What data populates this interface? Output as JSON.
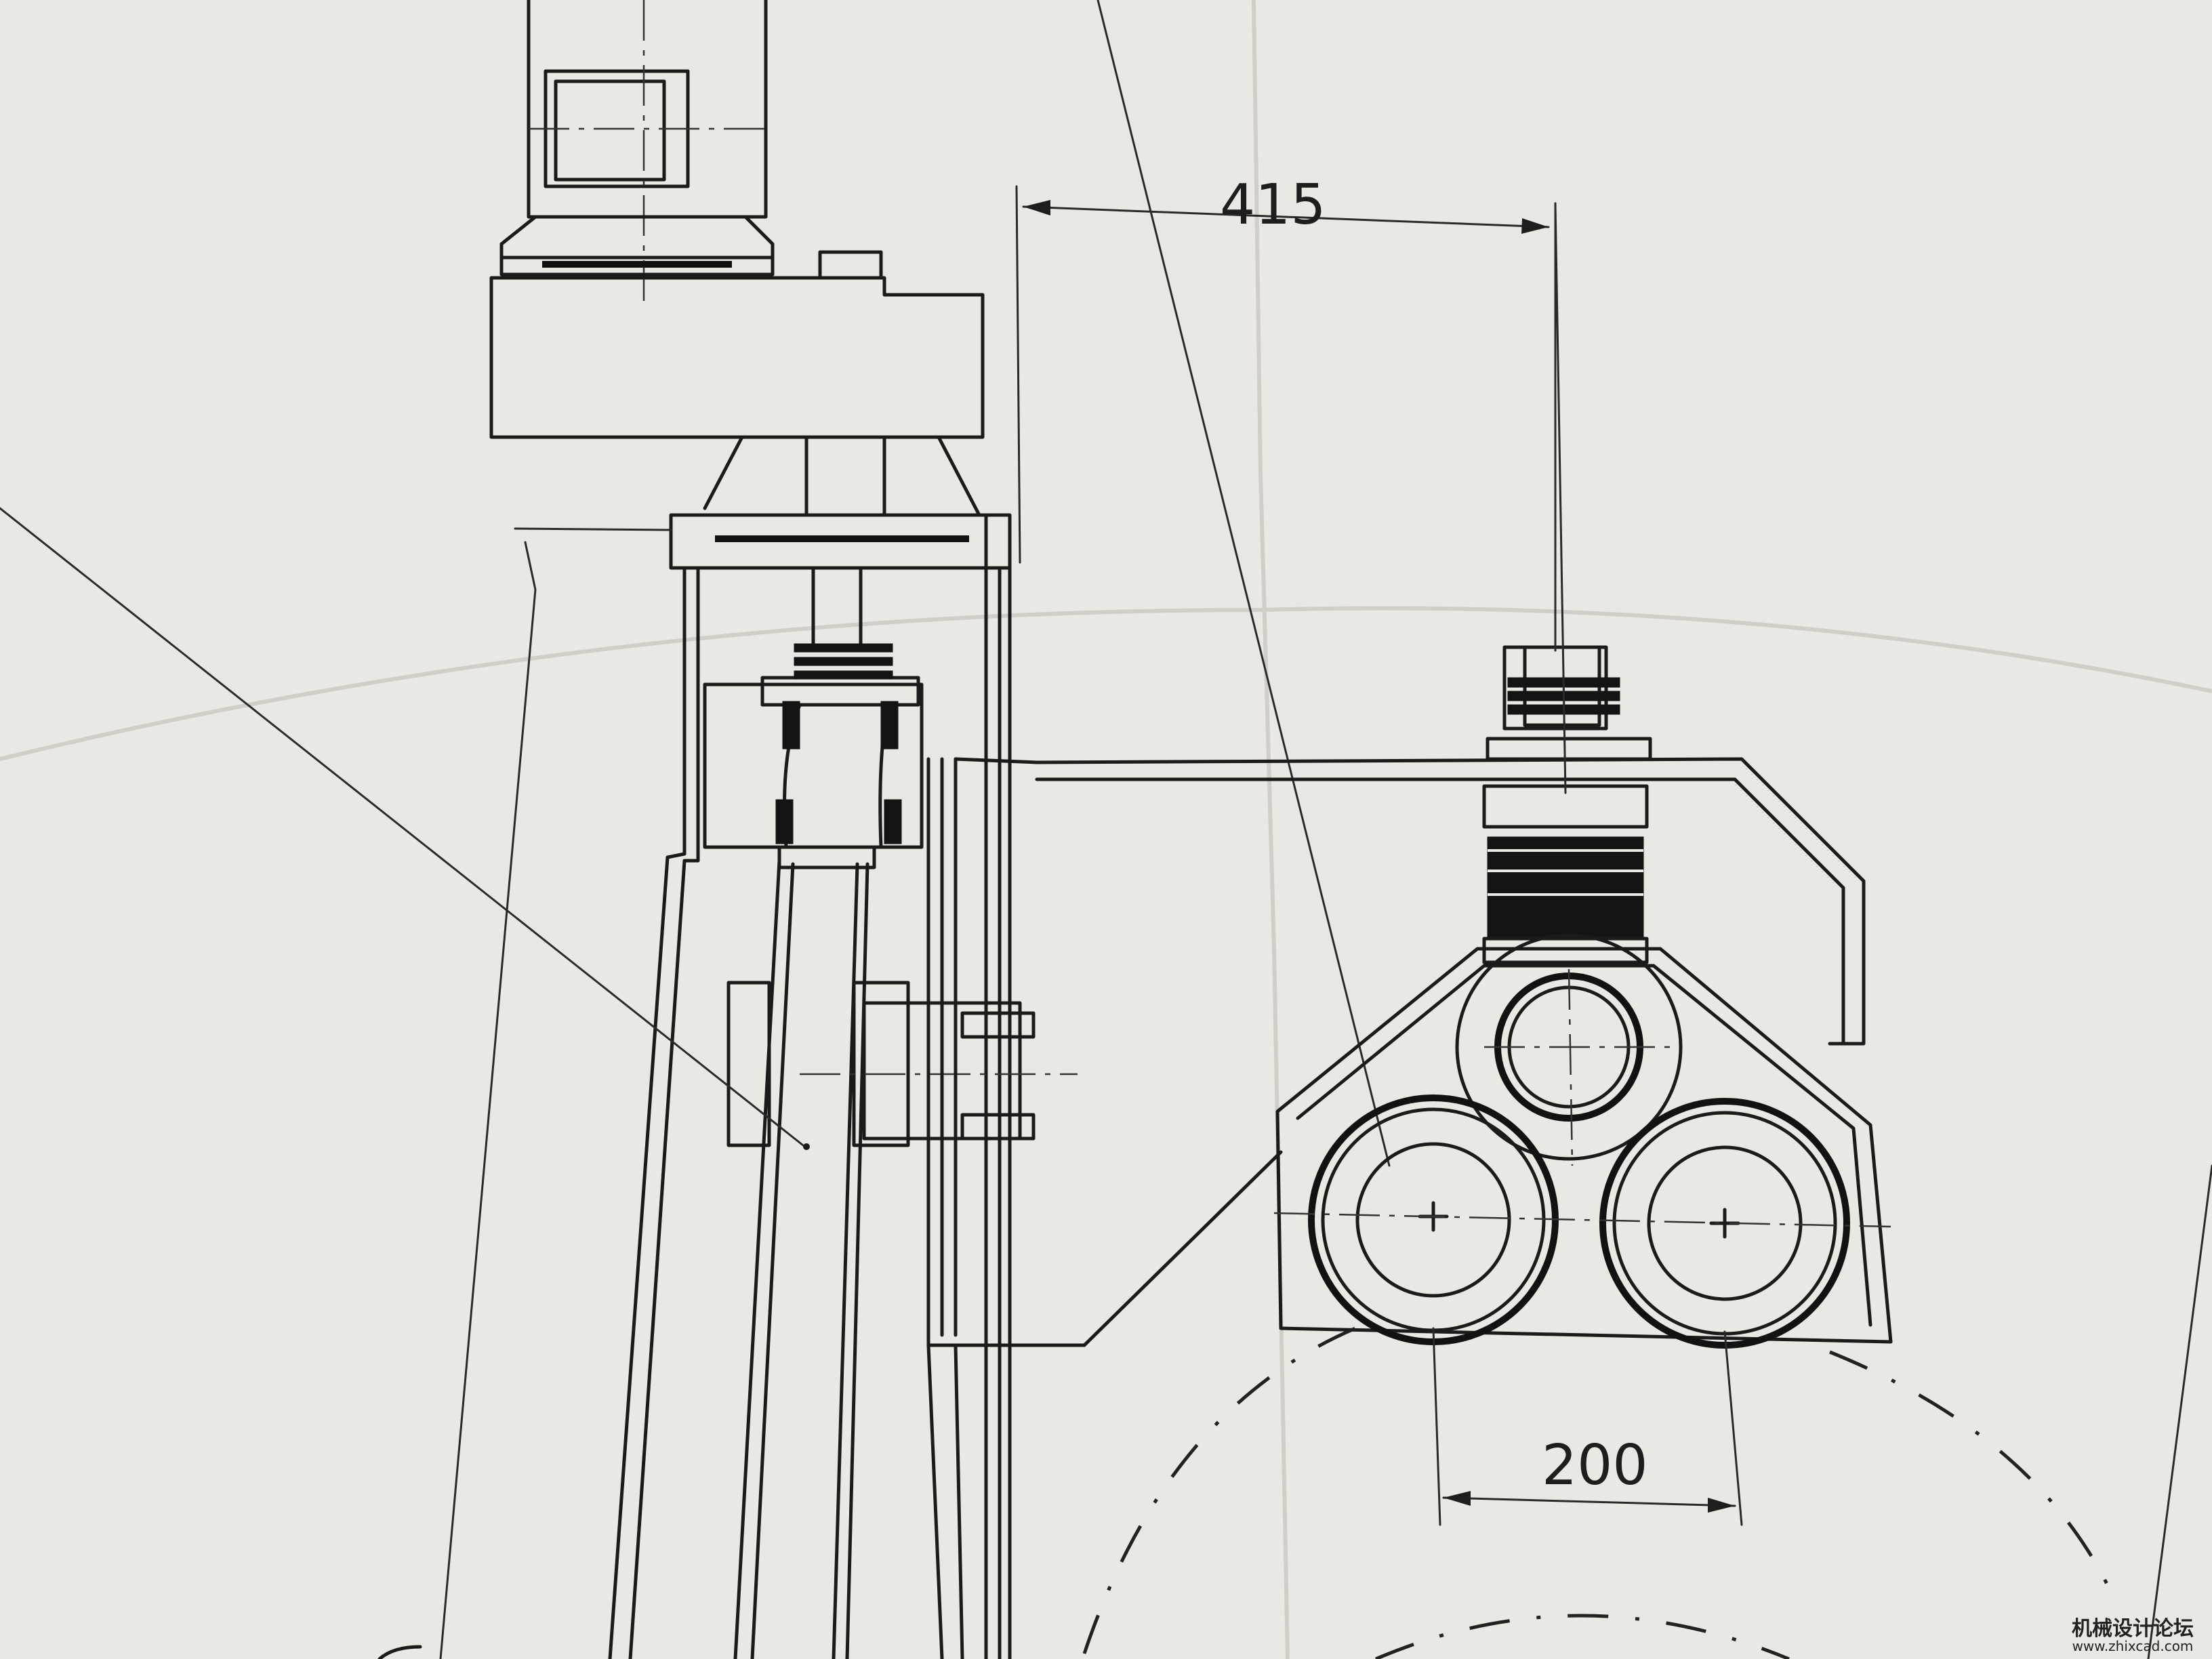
{
  "dimensions": {
    "top_span": "415",
    "roller_spacing": "200"
  },
  "watermark": {
    "site_name": "机械设计论坛",
    "url": "www.zhixcad.com"
  },
  "colors": {
    "paper": "#e9e8e3",
    "ink": "#1b1b1b"
  }
}
